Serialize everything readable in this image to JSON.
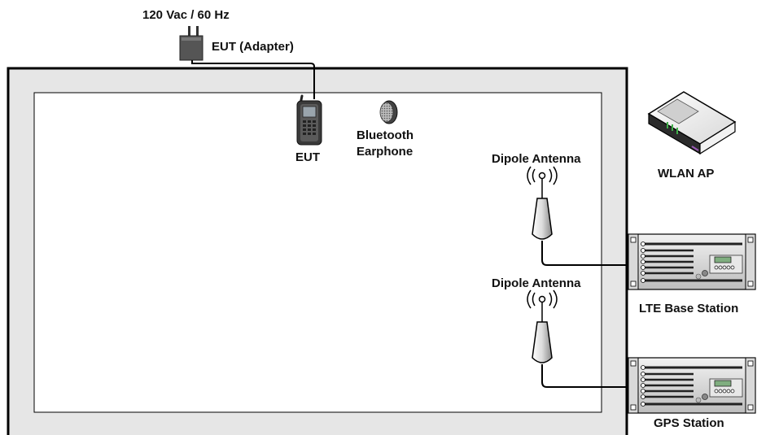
{
  "labels": {
    "power": "120 Vac / 60 Hz",
    "adapter": "EUT (Adapter)",
    "eut": "EUT",
    "bt_line1": "Bluetooth",
    "bt_line2": "Earphone",
    "dipole1": "Dipole Antenna",
    "dipole2": "Dipole Antenna",
    "wlan": "WLAN AP",
    "lte": "LTE Base Station",
    "gps": "GPS Station"
  },
  "icons": {
    "adapter": "power-adapter-icon",
    "eut": "mobile-phone-icon",
    "earphone": "earphone-icon",
    "antenna": "dipole-antenna-icon",
    "wlan": "wireless-router-icon",
    "base_station": "rack-station-icon"
  },
  "colors": {
    "chamber_fill": "#e6e6e6",
    "chamber_stroke": "#000000",
    "router_led": "#3fae49",
    "router_accent": "#9b59b6"
  }
}
